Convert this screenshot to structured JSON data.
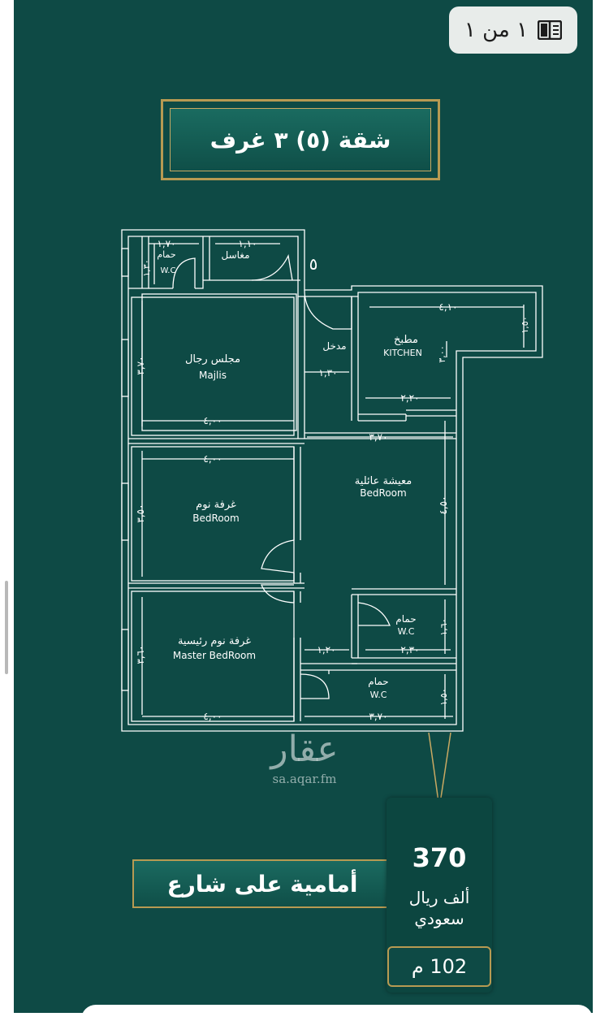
{
  "page_counter": {
    "text": "١ من ١",
    "icon": "book-open-icon"
  },
  "title": "شقة (٥)  ٣ غرف",
  "plan": {
    "unit_number": "٥",
    "rooms": {
      "bath_top": {
        "ar": "حمام",
        "en": "W.C"
      },
      "sinks": {
        "ar": "مغاسل"
      },
      "entrance": {
        "ar": "مدخل"
      },
      "majlis": {
        "ar": "مجلس رجال",
        "en": "Majlis"
      },
      "kitchen": {
        "ar": "مطبخ",
        "en": "KITCHEN"
      },
      "living": {
        "ar": "معيشة عائلية",
        "en": "BedRoom"
      },
      "bedroom": {
        "ar": "غرفة نوم",
        "en": "BedRoom"
      },
      "master": {
        "ar": "غرفة نوم رئيسية",
        "en": "Master BedRoom"
      },
      "bath_mid": {
        "ar": "حمام",
        "en": "W.C"
      },
      "bath_bottom": {
        "ar": "حمام",
        "en": "W.C"
      }
    },
    "dims": {
      "bath_top_w": "١,٧٠",
      "sinks_w": "١,١٠",
      "bath_top_h": "١,٣٠",
      "kitchen_w": "٤,١٠",
      "kitchen_side": "١,٥٠",
      "kitchen_h": "٣,٠٠",
      "entrance_w": "١,٣٠",
      "kitchen_bottom": "٢,٢٠",
      "majlis_h": "٣,٧٠",
      "majlis_w": "٤,٠٠",
      "living_w": "٣,٧٠",
      "bedroom_w": "٤,٠٠",
      "bedroom_h": "٣,٥٠",
      "living_h": "٤,٥٠",
      "bath_mid_h": "١,٦٠",
      "master_h": "٣,٦٠",
      "corridor_w": "١,٢٠",
      "bath_mid_w": "٢,٣٠",
      "bath_bottom_h": "١,٥٠",
      "master_w": "٤,٠٠",
      "bath_bottom_w": "٣,٧٠"
    }
  },
  "watermark": {
    "brand": "عقار",
    "url": "sa.aqar.fm"
  },
  "street": "أمامية على شارع",
  "price": {
    "value": "370",
    "unit_line1": "ألف ريال",
    "unit_line2": "سعودي"
  },
  "area": "102 م",
  "colors": {
    "background": "#0e4a45",
    "gold": "#b79a52",
    "lines": "#ffffff"
  }
}
